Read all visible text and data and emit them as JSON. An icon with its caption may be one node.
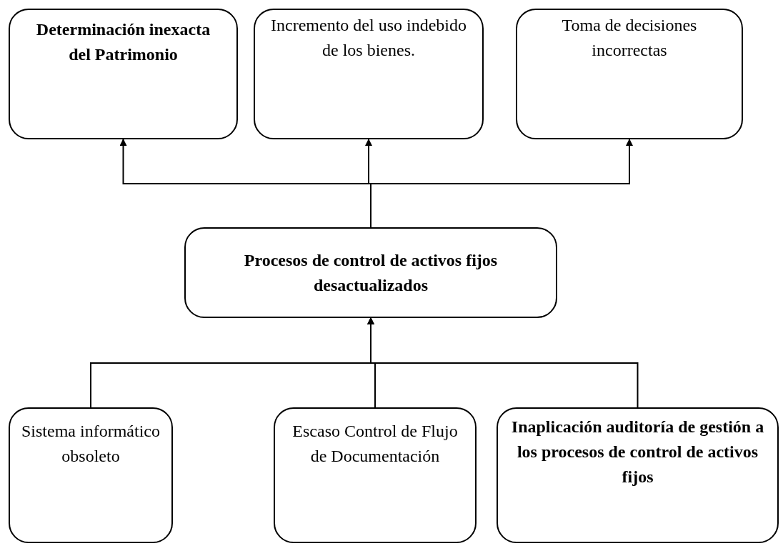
{
  "diagram": {
    "nodes": [
      {
        "text": [
          "Determinación inexacta del Patrimonio"
        ]
      },
      {
        "text": [
          "Incremento del uso indebido de los bienes."
        ]
      },
      {
        "text": [
          "Toma de decisiones incorrectas"
        ]
      },
      {
        "text": [
          "Procesos de control de activos fijos desactualizados"
        ]
      },
      {
        "text": [
          "Sistema informático obsoleto"
        ]
      },
      {
        "text": [
          "Escaso Control de Flujo de Documentación"
        ]
      },
      {
        "text": [
          "Inaplicación auditoría de gestión a los procesos de control de activos fijos"
        ]
      }
    ],
    "edges": [
      {
        "from": 3,
        "to": 0,
        "arrow": "to"
      },
      {
        "from": 3,
        "to": 1,
        "arrow": "to"
      },
      {
        "from": 3,
        "to": 2,
        "arrow": "to"
      },
      {
        "from": 4,
        "to": 3,
        "arrow": "to"
      },
      {
        "from": 5,
        "to": 3,
        "arrow": "to"
      },
      {
        "from": 6,
        "to": 3,
        "arrow": "to"
      }
    ]
  }
}
